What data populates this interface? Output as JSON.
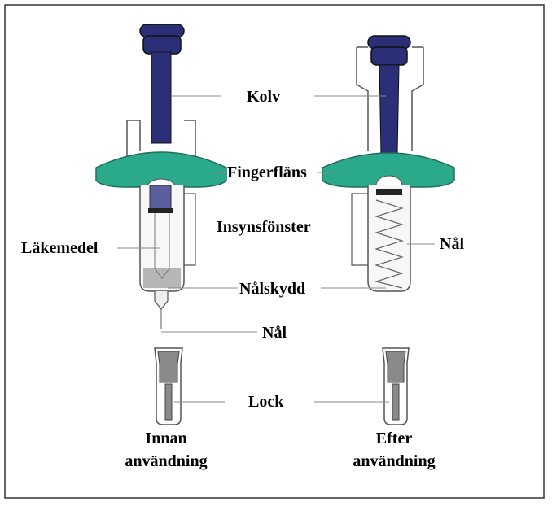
{
  "labels": {
    "plunger": "Kolv",
    "finger_flange": "Fingerfläns",
    "viewing_window": "Insynsfönster",
    "medicine": "Läkemedel",
    "needle_right": "Nål",
    "needle_guard": "Nålskydd",
    "needle": "Nål",
    "cap": "Lock",
    "before_line1": "Innan",
    "before_line2": "användning",
    "after_line1": "Efter",
    "after_line2": "användning"
  },
  "colors": {
    "plunger_navy": "#2a2f78",
    "flange_teal": "#2aaa8a",
    "outline": "#555555",
    "cap_grey": "#8a8a8a",
    "leader_line": "#888888"
  }
}
